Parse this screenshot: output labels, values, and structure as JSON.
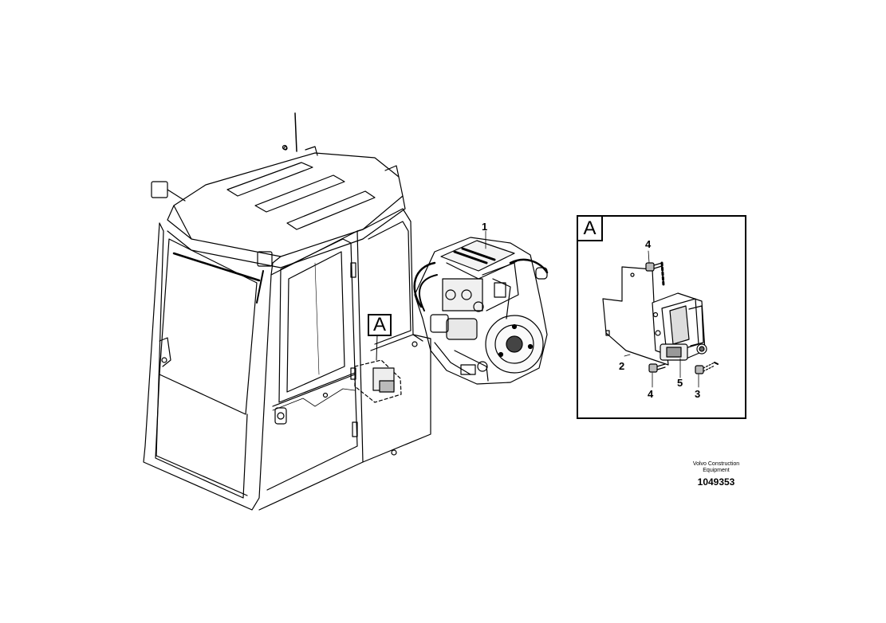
{
  "callouts": {
    "c1": "1",
    "c2": "2",
    "c3": "3",
    "c4_top": "4",
    "c4_bottom": "4",
    "c5": "5"
  },
  "detail": {
    "label_main": "A",
    "label_frame": "A"
  },
  "footer": {
    "maker_line1": "Volvo Construction",
    "maker_line2": "Equipment",
    "part_number": "1049353"
  }
}
